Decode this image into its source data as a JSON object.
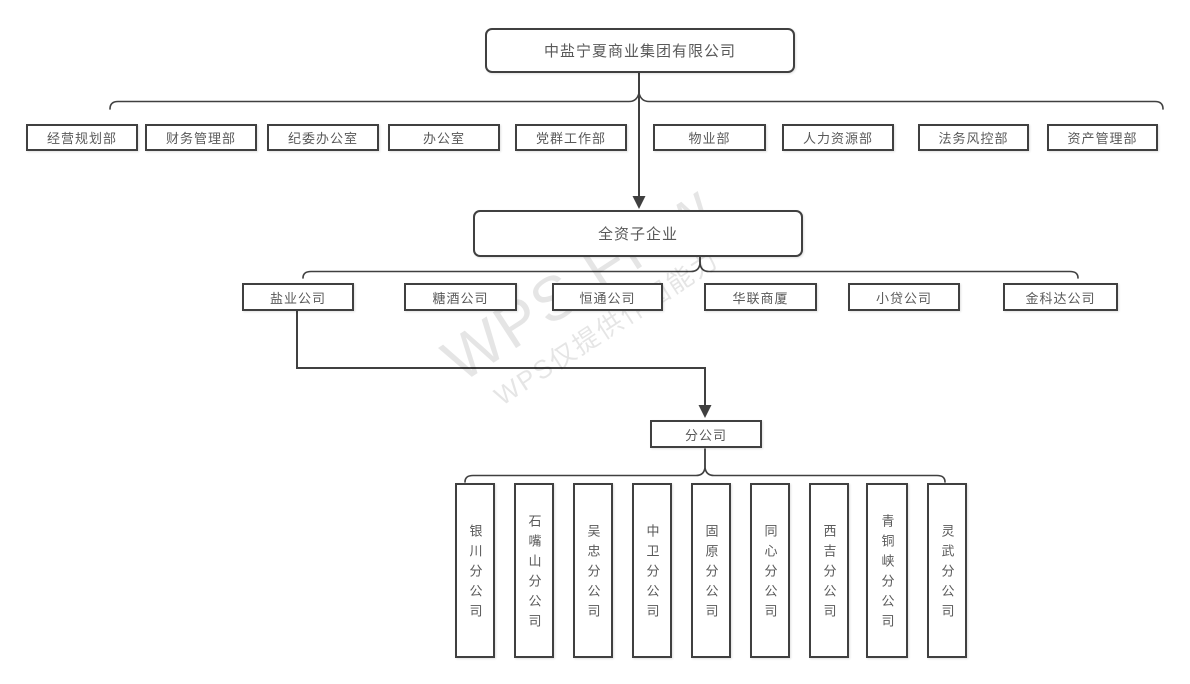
{
  "root": {
    "label": "中盐宁夏商业集团有限公司"
  },
  "departments": [
    "经营规划部",
    "财务管理部",
    "纪委办公室",
    "办公室",
    "党群工作部",
    "物业部",
    "人力资源部",
    "法务风控部",
    "资产管理部"
  ],
  "subsidiary_group": {
    "label": "全资子企业"
  },
  "subsidiaries": [
    "盐业公司",
    "糖酒公司",
    "恒通公司",
    "华联商厦",
    "小贷公司",
    "金科达公司"
  ],
  "branch_group": {
    "label": "分公司"
  },
  "branches": [
    "银川分公司",
    "石嘴山分公司",
    "吴忠分公司",
    "中卫分公司",
    "固原分公司",
    "同心分公司",
    "西吉分公司",
    "青铜峡分公司",
    "灵武分公司"
  ],
  "watermark": {
    "line1": "WPS Flow",
    "line2": "WPS仅提供作图能力"
  },
  "colors": {
    "border": "#404040",
    "line": "#404040",
    "text": "#595959",
    "background": "#ffffff",
    "watermark": "rgba(0,0,0,0.10)"
  }
}
